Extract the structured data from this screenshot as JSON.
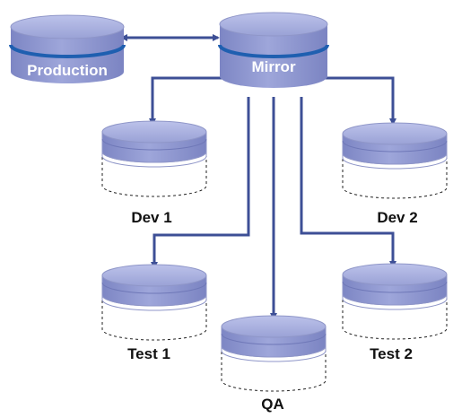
{
  "diagram": {
    "databases": {
      "production": "Production",
      "mirror": "Mirror"
    },
    "clones": {
      "dev1": "Dev 1",
      "dev2": "Dev 2",
      "test1": "Test 1",
      "test2": "Test 2",
      "qa": "QA"
    }
  },
  "colors": {
    "disk_fill": "#8b93cd",
    "disk_top": "#a7aedd",
    "disk_edge": "#8f96c8",
    "accent_band": "#1f5fb0",
    "connector": "#3d4f96",
    "dashed_outline": "#222222"
  }
}
